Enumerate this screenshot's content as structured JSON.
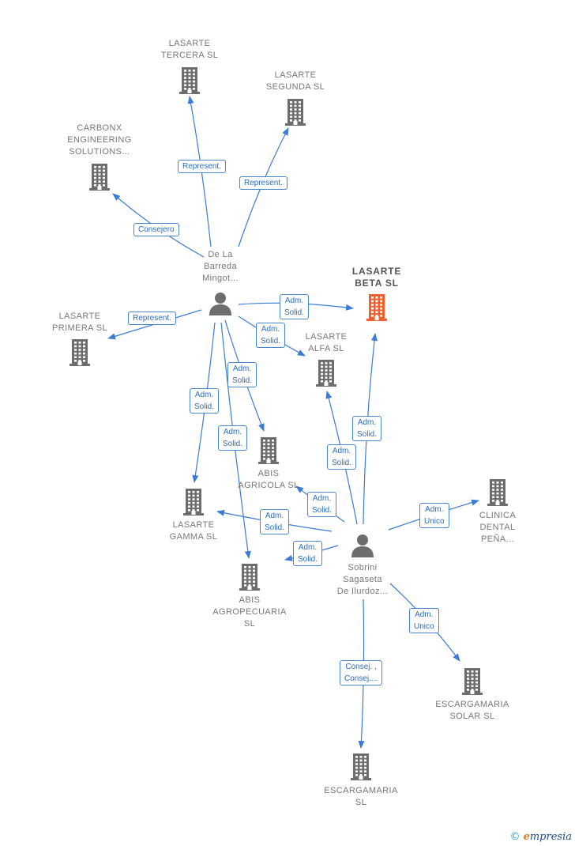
{
  "companies": [
    {
      "id": "lasarte-tercera",
      "label": "LASARTE\nTERCERA  SL",
      "color": "#6d6d6d"
    },
    {
      "id": "lasarte-segunda",
      "label": "LASARTE\nSEGUNDA  SL",
      "color": "#6d6d6d"
    },
    {
      "id": "carbonx",
      "label": "CARBONX\nENGINEERING\nSOLUTIONS...",
      "color": "#6d6d6d"
    },
    {
      "id": "lasarte-beta",
      "label": "LASARTE\nBETA  SL",
      "color": "#f0612f",
      "focus": true
    },
    {
      "id": "lasarte-primera",
      "label": "LASARTE\nPRIMERA  SL",
      "color": "#6d6d6d"
    },
    {
      "id": "lasarte-alfa",
      "label": "LASARTE\nALFA  SL",
      "color": "#6d6d6d"
    },
    {
      "id": "abis-agricola",
      "label": "ABIS\nAGRICOLA  SL",
      "color": "#6d6d6d"
    },
    {
      "id": "lasarte-gamma",
      "label": "LASARTE\nGAMMA  SL",
      "color": "#6d6d6d"
    },
    {
      "id": "clinica-dental",
      "label": "CLINICA\nDENTAL\nPEÑA...",
      "color": "#6d6d6d"
    },
    {
      "id": "abis-agropecuaria",
      "label": "ABIS\nAGROPECUARIA\nSL",
      "color": "#6d6d6d"
    },
    {
      "id": "escargamaria-solar",
      "label": "ESCARGAMARIA\nSOLAR  SL",
      "color": "#6d6d6d"
    },
    {
      "id": "escargamaria",
      "label": "ESCARGAMARIA\nSL",
      "color": "#6d6d6d"
    }
  ],
  "people": [
    {
      "id": "de-la-barreda",
      "label": "De La\nBarreda\nMingot..."
    },
    {
      "id": "sobrini",
      "label": "Sobrini\nSagaseta\nDe Ilurdoz..."
    }
  ],
  "edges": [
    {
      "from": "de-la-barreda",
      "to": "lasarte-tercera",
      "label": "Represent."
    },
    {
      "from": "de-la-barreda",
      "to": "lasarte-segunda",
      "label": "Represent."
    },
    {
      "from": "de-la-barreda",
      "to": "carbonx",
      "label": "Consejero"
    },
    {
      "from": "de-la-barreda",
      "to": "lasarte-primera",
      "label": "Represent."
    },
    {
      "from": "de-la-barreda",
      "to": "lasarte-beta",
      "label": "Adm.\nSolid."
    },
    {
      "from": "de-la-barreda",
      "to": "lasarte-alfa",
      "label": "Adm.\nSolid."
    },
    {
      "from": "de-la-barreda",
      "to": "abis-agricola",
      "label": "Adm.\nSolid."
    },
    {
      "from": "de-la-barreda",
      "to": "lasarte-gamma",
      "label": "Adm.\nSolid."
    },
    {
      "from": "de-la-barreda",
      "to": "abis-agropecuaria",
      "label": "Adm.\nSolid."
    },
    {
      "from": "sobrini",
      "to": "lasarte-beta",
      "label": "Adm.\nSolid."
    },
    {
      "from": "sobrini",
      "to": "lasarte-alfa",
      "label": "Adm.\nSolid."
    },
    {
      "from": "sobrini",
      "to": "abis-agricola",
      "label": "Adm.\nSolid."
    },
    {
      "from": "sobrini",
      "to": "lasarte-gamma",
      "label": "Adm.\nSolid."
    },
    {
      "from": "sobrini",
      "to": "abis-agropecuaria",
      "label": "Adm.\nSolid."
    },
    {
      "from": "sobrini",
      "to": "clinica-dental",
      "label": "Adm.\nUnico"
    },
    {
      "from": "sobrini",
      "to": "escargamaria-solar",
      "label": "Adm.\nUnico"
    },
    {
      "from": "sobrini",
      "to": "escargamaria",
      "label": "Consej. ,\nConsej...."
    }
  ],
  "colors": {
    "edge": "#3a7bd5",
    "person_icon": "#6d6d6d"
  },
  "brand": {
    "copyright": "©",
    "initial": "e",
    "name": "mpresia"
  }
}
